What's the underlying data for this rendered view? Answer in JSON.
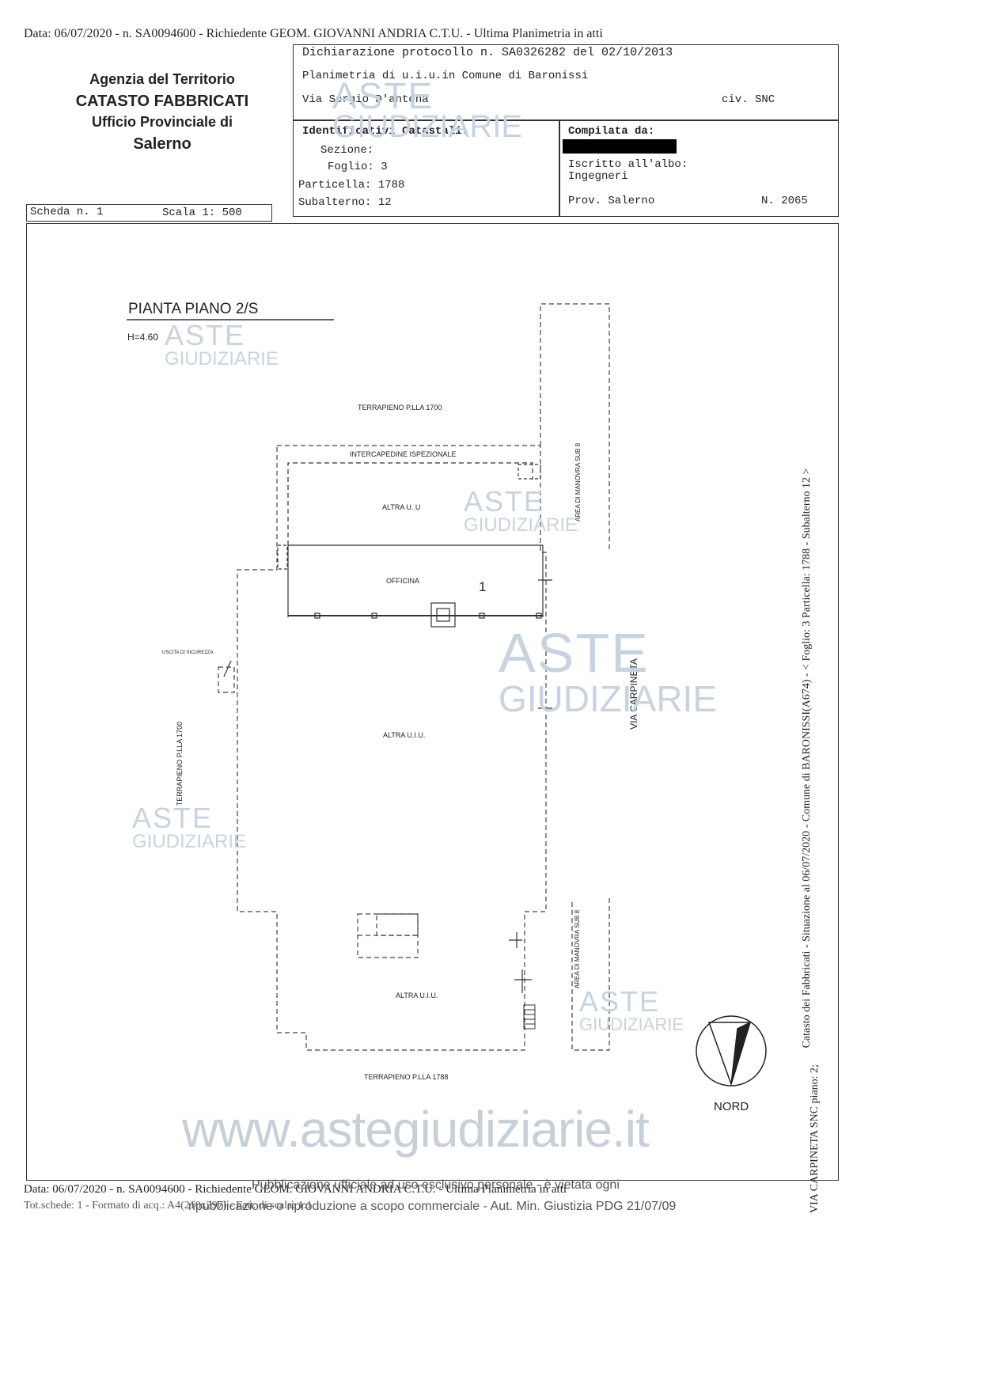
{
  "top_line": "Data: 06/07/2020 -  n. SA0094600 - Richiedente GEOM. GIOVANNI ANDRIA C.T.U. - Ultima Planimetria in atti",
  "agency": {
    "line1": "Agenzia del Territorio",
    "line2": "CATASTO FABBRICATI",
    "line3": "Ufficio Provinciale di",
    "line4": "Salerno"
  },
  "header": {
    "protocol": "Dichiarazione protocollo n. SA0326282 del  02/10/2013",
    "planimetria": "Planimetria di u.i.u.in Comune di Baronissi",
    "via": "Via Sergio D'antona",
    "civ": "civ. SNC",
    "identificativi": "Identificativi Catastali:",
    "sezione": "Sezione:",
    "foglio": "Foglio: 3",
    "particella": "Particella: 1788",
    "subalterno": "Subalterno: 12",
    "compilata": "Compilata da:",
    "iscritto": "Iscritto all'albo:",
    "ingegneri": "Ingegneri",
    "prov": "Prov. Salerno",
    "numero": "N. 2065"
  },
  "scheda": {
    "scheda": "Scheda n. 1",
    "scala": "Scala 1: 500"
  },
  "plan": {
    "title": "PIANTA PIANO 2/S",
    "height": "H=4.60",
    "terrapieno_top": "TERRAPIENO P.LLA 1700",
    "intercapedine": "INTERCAPEDINE ISPEZIONALE",
    "altra_uiu_1": "ALTRA U. U",
    "officina": "OFFICINA",
    "unit_number": "1",
    "uscita": "USCITA DI SICUREZZA",
    "altra_uiu_2": "ALTRA U.I.U.",
    "terrapieno_left": "TERRAPIENO P.LLA 1700",
    "altra_uiu_3": "ALTRA U.I.U.",
    "terrapieno_bottom": "TERRAPIENO P.LLA 1788",
    "area_manovra_top": "AREA DI MANOVRA SUB 8",
    "area_manovra_bottom": "AREA DI MANOVRA SUB 8",
    "via_carpineta": "VIA CARPINETA",
    "nord": "NORD"
  },
  "side_text": {
    "line1": "Catasto dei Fabbricati - Situazione al 06/07/2020 - Comune di BARONISSI(A674) - < Foglio: 3 Particella: 1788 - Subalterno 12 >",
    "line2": "VIA CARPINETA SNC piano: 2;"
  },
  "watermark": {
    "aste": "ASTE",
    "giudiziarie": "GIUDIZIARIE",
    "url": "www.astegiudiziarie.it"
  },
  "footer": {
    "line1": "Data: 06/07/2020 -  n. SA0094600 - Richiedente GEOM. GIOVANNI ANDRIA C.T.U. - Ultima Planimetria in atti",
    "line2": "Tot.schede: 1 - Formato di acq.: A4(210x297) - Fatt. di scala: 1:1",
    "publication1": "Pubblicazione ufficiale ad uso esclusivo personale - è vietata ogni",
    "publication2": "ripubblicazione o riproduzione a scopo commerciale - Aut. Min. Giustizia PDG 21/07/09"
  },
  "colors": {
    "watermark": "#c9d3df",
    "ink": "#222222"
  }
}
